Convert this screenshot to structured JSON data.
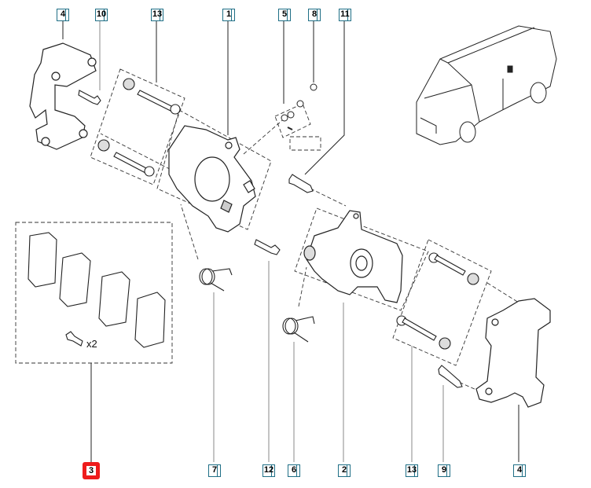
{
  "diagram": {
    "title": "Rear brake caliper assembly exploded view",
    "vehicle_thumbnail": "van-icon",
    "callouts_top": [
      {
        "ref": "4"
      },
      {
        "ref": "10"
      },
      {
        "ref": "13"
      },
      {
        "ref": "1"
      },
      {
        "ref": "5"
      },
      {
        "ref": "8"
      },
      {
        "ref": "11"
      }
    ],
    "callouts_bottom": [
      {
        "ref": "3",
        "highlighted": true
      },
      {
        "ref": "7"
      },
      {
        "ref": "12"
      },
      {
        "ref": "6"
      },
      {
        "ref": "2"
      },
      {
        "ref": "13"
      },
      {
        "ref": "9"
      },
      {
        "ref": "4"
      }
    ],
    "pad_kit_quantity_label": "x2",
    "colors": {
      "callout_border": "#1f6f86",
      "highlight": "#ee1c1c",
      "line": "#222222"
    }
  }
}
